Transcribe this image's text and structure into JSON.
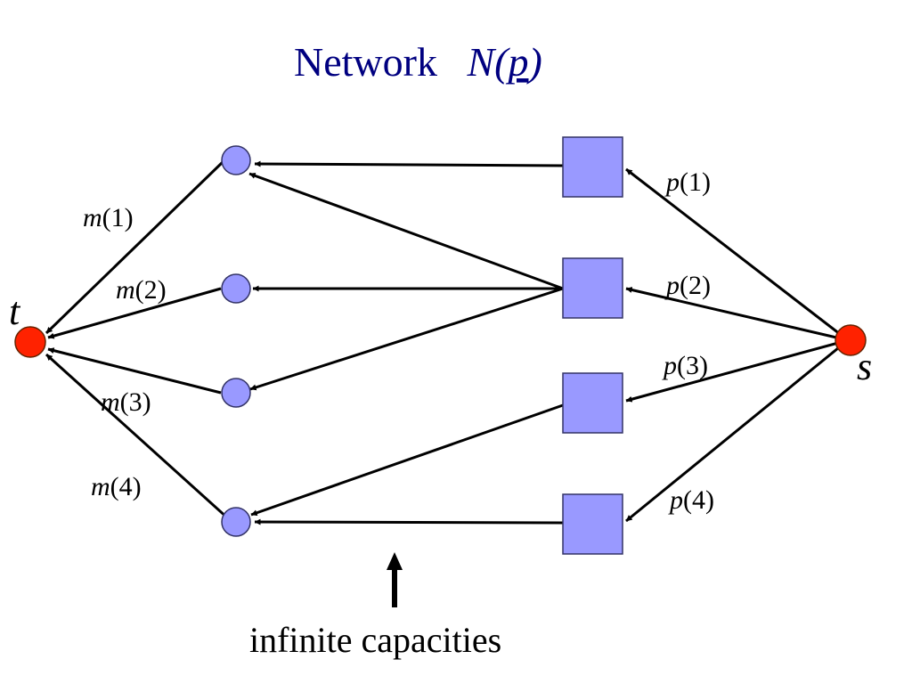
{
  "title": {
    "text": "Network",
    "network_name": "N(",
    "network_param": "p",
    "network_close": ")",
    "color": "#000080"
  },
  "nodes": {
    "source": {
      "label": "s",
      "color": "#FF2200"
    },
    "sink": {
      "label": "t",
      "color": "#FF2200"
    },
    "left_nodes": {
      "shape": "circle",
      "count": 4,
      "color": "#9999FF"
    },
    "right_nodes": {
      "shape": "square",
      "count": 4,
      "color": "#9999FF"
    }
  },
  "edge_labels": {
    "m": [
      {
        "var": "m",
        "idx": "(1)"
      },
      {
        "var": "m",
        "idx": "(2)"
      },
      {
        "var": "m",
        "idx": "(3)"
      },
      {
        "var": "m",
        "idx": "(4)"
      }
    ],
    "p": [
      {
        "var": "p",
        "idx": "(1)"
      },
      {
        "var": "p",
        "idx": "(2)"
      },
      {
        "var": "p",
        "idx": "(3)"
      },
      {
        "var": "p",
        "idx": "(4)"
      }
    ]
  },
  "caption": {
    "text": "infinite capacities"
  }
}
